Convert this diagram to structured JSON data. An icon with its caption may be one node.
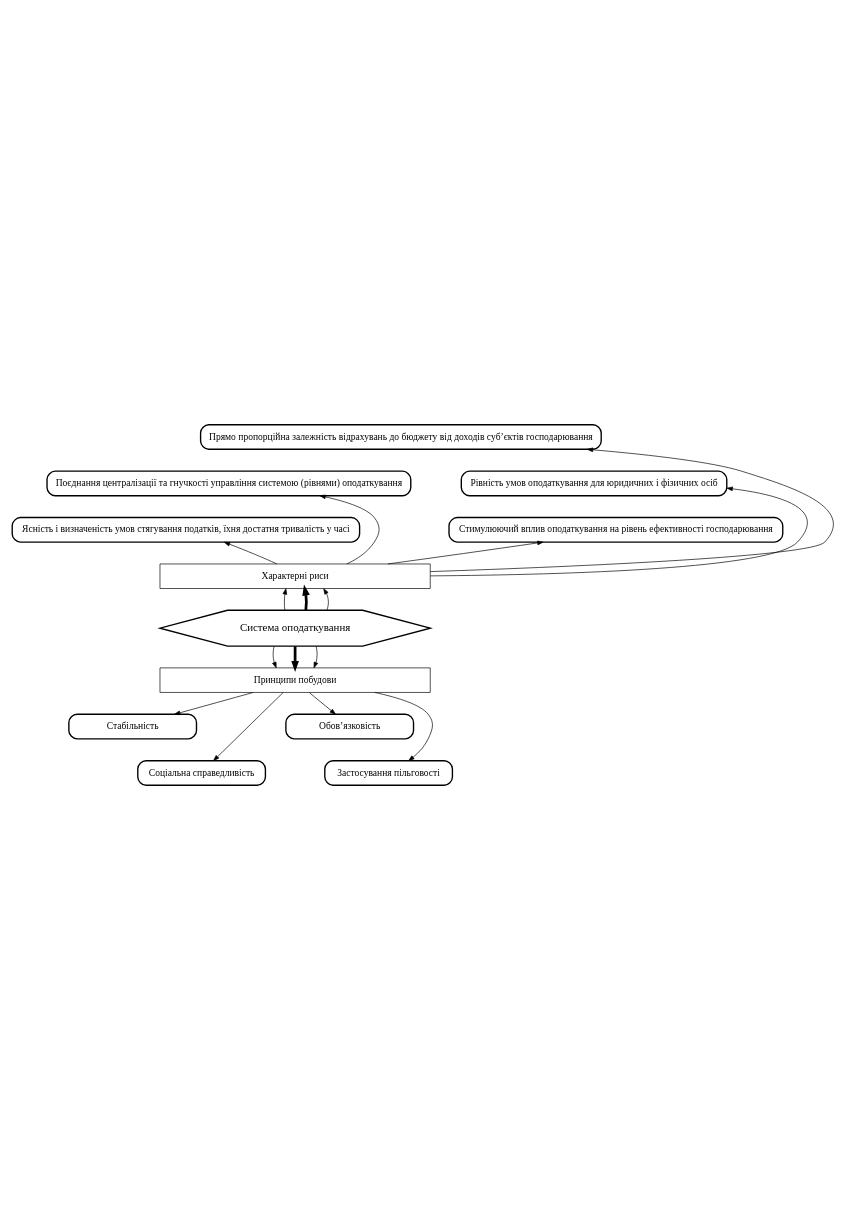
{
  "diagram": {
    "nodes": [
      {
        "text": [
          "Прямо пропорційна залежність відрахувань до бюджету від доходів суб’єктів господарювання"
        ]
      },
      {
        "text": [
          "Поєднання централізації та гнучкості управління системою (рівнями) оподаткування"
        ]
      },
      {
        "text": [
          "Рівність умов оподаткування для юридичних і фізичних осіб"
        ]
      },
      {
        "text": [
          "Ясність і визначеність умов стягування податків, їхня достатня тривалість у часі"
        ]
      },
      {
        "text": [
          "Стимулюючий вплив оподаткування на рівень ефективності господарювання"
        ]
      },
      {
        "text": [
          "Характерні риси"
        ]
      },
      {
        "text": [
          "Система оподаткування"
        ]
      },
      {
        "text": [
          "Принципи побудови"
        ]
      },
      {
        "text": [
          "Стабільність"
        ]
      },
      {
        "text": [
          "Обов’язковість"
        ]
      },
      {
        "text": [
          "Соціальна справедливість"
        ]
      },
      {
        "text": [
          "Застосування пільговості"
        ]
      }
    ],
    "edges": [
      {
        "from": 5,
        "to": 0,
        "arrow": "to"
      },
      {
        "from": 5,
        "to": 1,
        "arrow": "to"
      },
      {
        "from": 5,
        "to": 2,
        "arrow": "to"
      },
      {
        "from": 5,
        "to": 3,
        "arrow": "to"
      },
      {
        "from": 5,
        "to": 4,
        "arrow": "to"
      },
      {
        "from": 6,
        "to": 5,
        "arrow": "to"
      },
      {
        "from": 6,
        "to": 5,
        "arrow": "to",
        "style": "thick"
      },
      {
        "from": 6,
        "to": 5,
        "arrow": "to"
      },
      {
        "from": 6,
        "to": 7,
        "arrow": "to"
      },
      {
        "from": 6,
        "to": 7,
        "arrow": "to",
        "style": "thick"
      },
      {
        "from": 6,
        "to": 7,
        "arrow": "to"
      },
      {
        "from": 7,
        "to": 8,
        "arrow": "to"
      },
      {
        "from": 7,
        "to": 9,
        "arrow": "to"
      },
      {
        "from": 7,
        "to": 10,
        "arrow": "to"
      },
      {
        "from": 7,
        "to": 11,
        "arrow": "to"
      }
    ]
  }
}
